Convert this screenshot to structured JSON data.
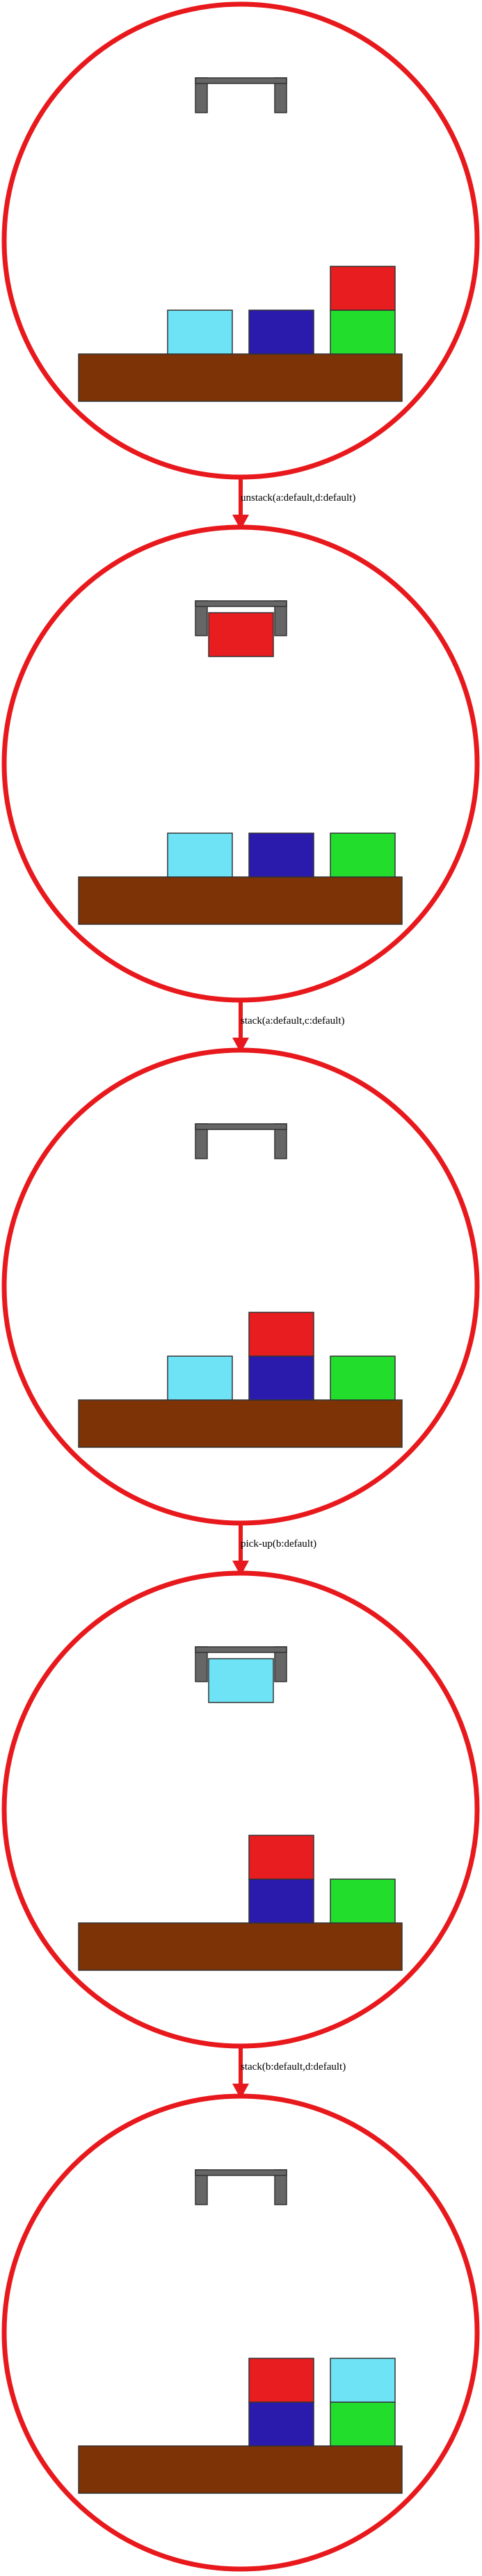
{
  "colors": {
    "circle": "#e8191d",
    "arrow": "#e8191d",
    "table": "#7d3305",
    "gripper": "#666666",
    "a": "#e81d1f",
    "b": "#6ee3f5",
    "c": "#2a1bad",
    "d": "#22dd2c"
  },
  "states": [
    {
      "gripper": null,
      "stacks": [
        [
          "b"
        ],
        [
          "c"
        ],
        [
          "d",
          "a"
        ]
      ]
    },
    {
      "gripper": "a",
      "stacks": [
        [
          "b"
        ],
        [
          "c"
        ],
        [
          "d"
        ]
      ]
    },
    {
      "gripper": null,
      "stacks": [
        [
          "b"
        ],
        [
          "c",
          "a"
        ],
        [
          "d"
        ]
      ]
    },
    {
      "gripper": "b",
      "stacks": [
        [],
        [
          "c",
          "a"
        ],
        [
          "d"
        ]
      ]
    },
    {
      "gripper": null,
      "stacks": [
        [],
        [
          "c",
          "a"
        ],
        [
          "d",
          "b"
        ]
      ]
    }
  ],
  "actions": [
    "unstack(a:default,d:default)",
    "stack(a:default,c:default)",
    "pick-up(b:default)",
    "stack(b:default,d:default)"
  ]
}
